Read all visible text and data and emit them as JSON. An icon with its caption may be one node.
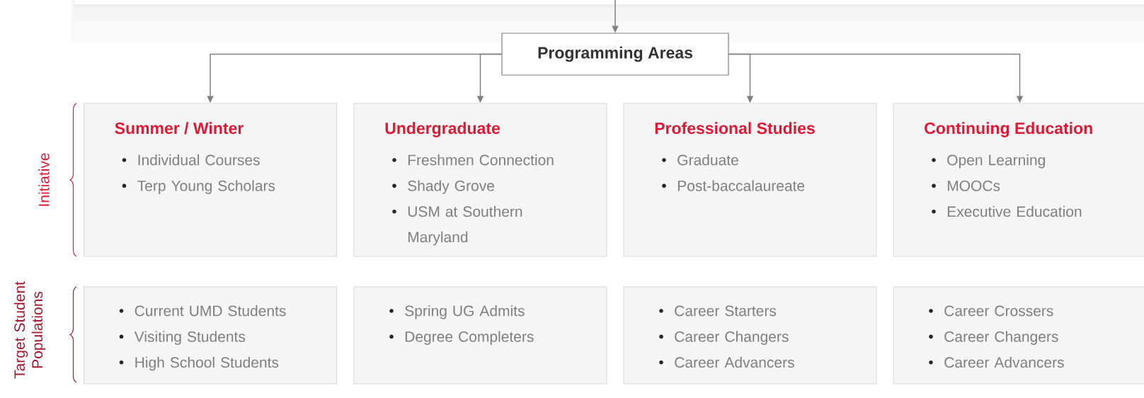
{
  "diagram": {
    "nodes": [
      {
        "text": [
          "Programming Areas"
        ]
      },
      {
        "text": [
          "Summer / Winter",
          "Individual Courses",
          "Terp Young Scholars"
        ]
      },
      {
        "text": [
          "Undergraduate",
          "Freshmen Connection",
          "Shady Grove",
          "USM at Southern Maryland"
        ]
      },
      {
        "text": [
          "Professional Studies",
          "Graduate",
          "Post-baccalaureate"
        ]
      },
      {
        "text": [
          "Continuing Education",
          "Open Learning",
          "MOOCs",
          "Executive Education"
        ]
      },
      {
        "text": [
          "Current UMD Students",
          "Visiting Students",
          "High School Students"
        ]
      },
      {
        "text": [
          "Spring UG Admits",
          "Degree Completers"
        ]
      },
      {
        "text": [
          "Career Starters",
          "Career Changers",
          "Career Advancers"
        ]
      },
      {
        "text": [
          "Career Crossers",
          "Career Changers",
          "Career Advancers"
        ]
      }
    ],
    "edges": [
      {
        "from": null,
        "to": 0,
        "arrow": "to"
      },
      {
        "from": 0,
        "to": 1,
        "arrow": "to"
      },
      {
        "from": 0,
        "to": 2,
        "arrow": "to"
      },
      {
        "from": 0,
        "to": 3,
        "arrow": "to"
      },
      {
        "from": 0,
        "to": 4,
        "arrow": "to"
      }
    ],
    "labels": [
      "Initiative",
      "Target Student Populations"
    ]
  }
}
